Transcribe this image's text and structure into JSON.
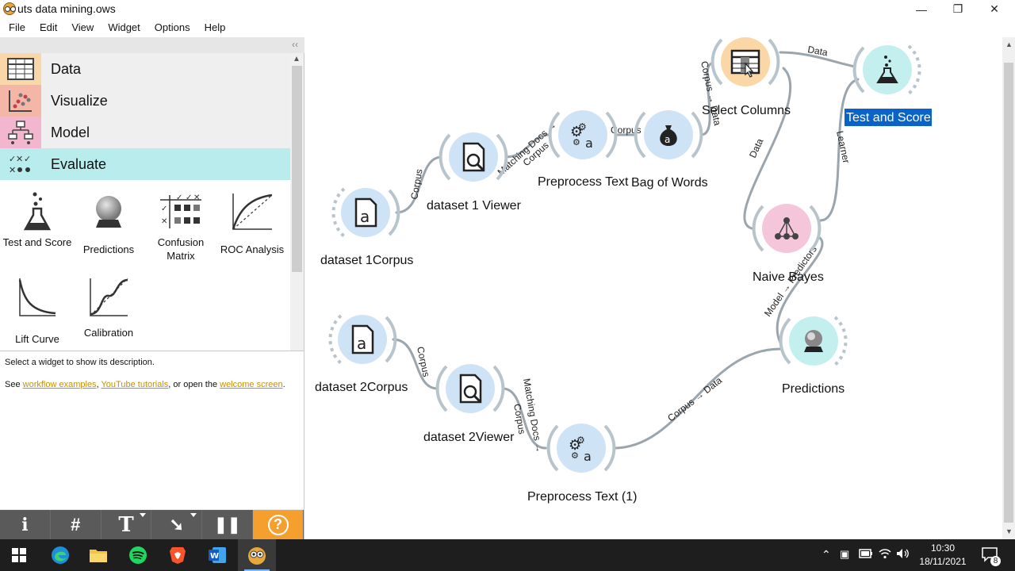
{
  "window": {
    "title": "uts data mining.ows"
  },
  "menubar": {
    "items": [
      "File",
      "Edit",
      "View",
      "Widget",
      "Options",
      "Help"
    ]
  },
  "sidebar": {
    "collapse_glyph": "‹‹",
    "categories": [
      {
        "label": "Data",
        "color": "#f9d7a9",
        "icon": "table-icon"
      },
      {
        "label": "Visualize",
        "color": "#f4b6a7",
        "icon": "scatter-icon"
      },
      {
        "label": "Model",
        "color": "#f2b6cf",
        "icon": "tree-icon"
      },
      {
        "label": "Evaluate",
        "color": "#b9ecec",
        "icon": "evaluate-icon"
      }
    ],
    "tools": [
      {
        "label": "Test and Score",
        "icon": "flask-icon"
      },
      {
        "label": "Predictions",
        "icon": "crystal-ball-icon"
      },
      {
        "label": "Confusion Matrix",
        "icon": "confusion-matrix-icon"
      },
      {
        "label": "ROC Analysis",
        "icon": "roc-curve-icon"
      },
      {
        "label": "Lift Curve",
        "icon": "lift-curve-icon"
      },
      {
        "label": "Calibration",
        "icon": "calibration-icon"
      }
    ]
  },
  "description": {
    "line1": "Select a widget to show its description.",
    "line2_prefix": "See ",
    "link_examples": "workflow examples",
    "sep1": ", ",
    "link_youtube": "YouTube tutorials",
    "sep2": ", or open the ",
    "link_welcome": "welcome screen",
    "suffix": "."
  },
  "toolbar_buttons": [
    {
      "glyph": "i",
      "icon": "info-icon"
    },
    {
      "glyph": "#",
      "icon": "grid-icon"
    },
    {
      "glyph": "T",
      "icon": "text-annotation-icon"
    },
    {
      "glyph": "➘",
      "icon": "arrow-annotation-icon"
    },
    {
      "glyph": "❚❚",
      "icon": "pause-icon"
    },
    {
      "glyph": "?",
      "icon": "help-icon"
    }
  ],
  "workflow": {
    "nodes": [
      {
        "id": "ds1",
        "label": "dataset 1Corpus",
        "color": "#cfe3f7",
        "glyph": "a"
      },
      {
        "id": "v1",
        "label": "dataset 1 Viewer",
        "color": "#cfe3f7",
        "glyph": "viewer"
      },
      {
        "id": "pp1",
        "label": "Preprocess Text",
        "color": "#cfe3f7",
        "glyph": "gear"
      },
      {
        "id": "bow",
        "label": "Bag of Words",
        "color": "#cfe3f7",
        "glyph": "bag"
      },
      {
        "id": "sel",
        "label": "Select Columns",
        "color": "#fbd7a8",
        "glyph": "table"
      },
      {
        "id": "ts",
        "label": "Test and Score",
        "color": "#c3f0ee",
        "glyph": "flask",
        "selected": true
      },
      {
        "id": "nb",
        "label": "Naive Bayes",
        "color": "#f5c5da",
        "glyph": "nb"
      },
      {
        "id": "pred",
        "label": "Predictions",
        "color": "#c3f0ee",
        "glyph": "ball"
      },
      {
        "id": "ds2",
        "label": "dataset 2Corpus",
        "color": "#cfe3f7",
        "glyph": "a"
      },
      {
        "id": "v2",
        "label": "dataset 2Viewer",
        "color": "#cfe3f7",
        "glyph": "viewer"
      },
      {
        "id": "pp2",
        "label": "Preprocess Text (1)",
        "color": "#cfe3f7",
        "glyph": "gear"
      }
    ],
    "links": [
      {
        "label": "Corpus"
      },
      {
        "label": "Matching Docs →"
      },
      {
        "label": "Corpus"
      },
      {
        "label": "Corpus"
      },
      {
        "label": "Corpus → Data"
      },
      {
        "label": "Data"
      },
      {
        "label": "Data"
      },
      {
        "label": "Learner"
      },
      {
        "label": "Model → Predictors"
      },
      {
        "label": "Corpus"
      },
      {
        "label": "Matching Docs →"
      },
      {
        "label": "Corpus"
      },
      {
        "label": "Corpus → Data"
      }
    ]
  },
  "taskbar": {
    "apps": [
      "windows-start-icon",
      "edge-icon",
      "file-explorer-icon",
      "spotify-icon",
      "brave-icon",
      "word-icon",
      "orange-app-icon"
    ],
    "time": "10:30",
    "date": "18/11/2021",
    "notifications": "8"
  }
}
